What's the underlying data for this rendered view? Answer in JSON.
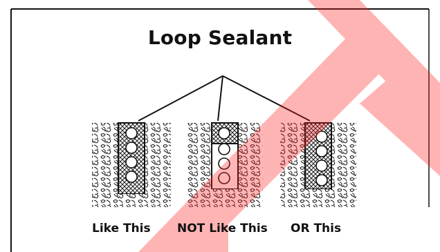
{
  "diagram": {
    "title": "Loop Sealant",
    "examples": [
      {
        "caption": "Like This"
      },
      {
        "caption": "NOT Like This"
      },
      {
        "caption": "OR This"
      }
    ]
  },
  "colors": {
    "watermark": "#ff2020",
    "ink": "#111111",
    "hatch": "#222222"
  }
}
